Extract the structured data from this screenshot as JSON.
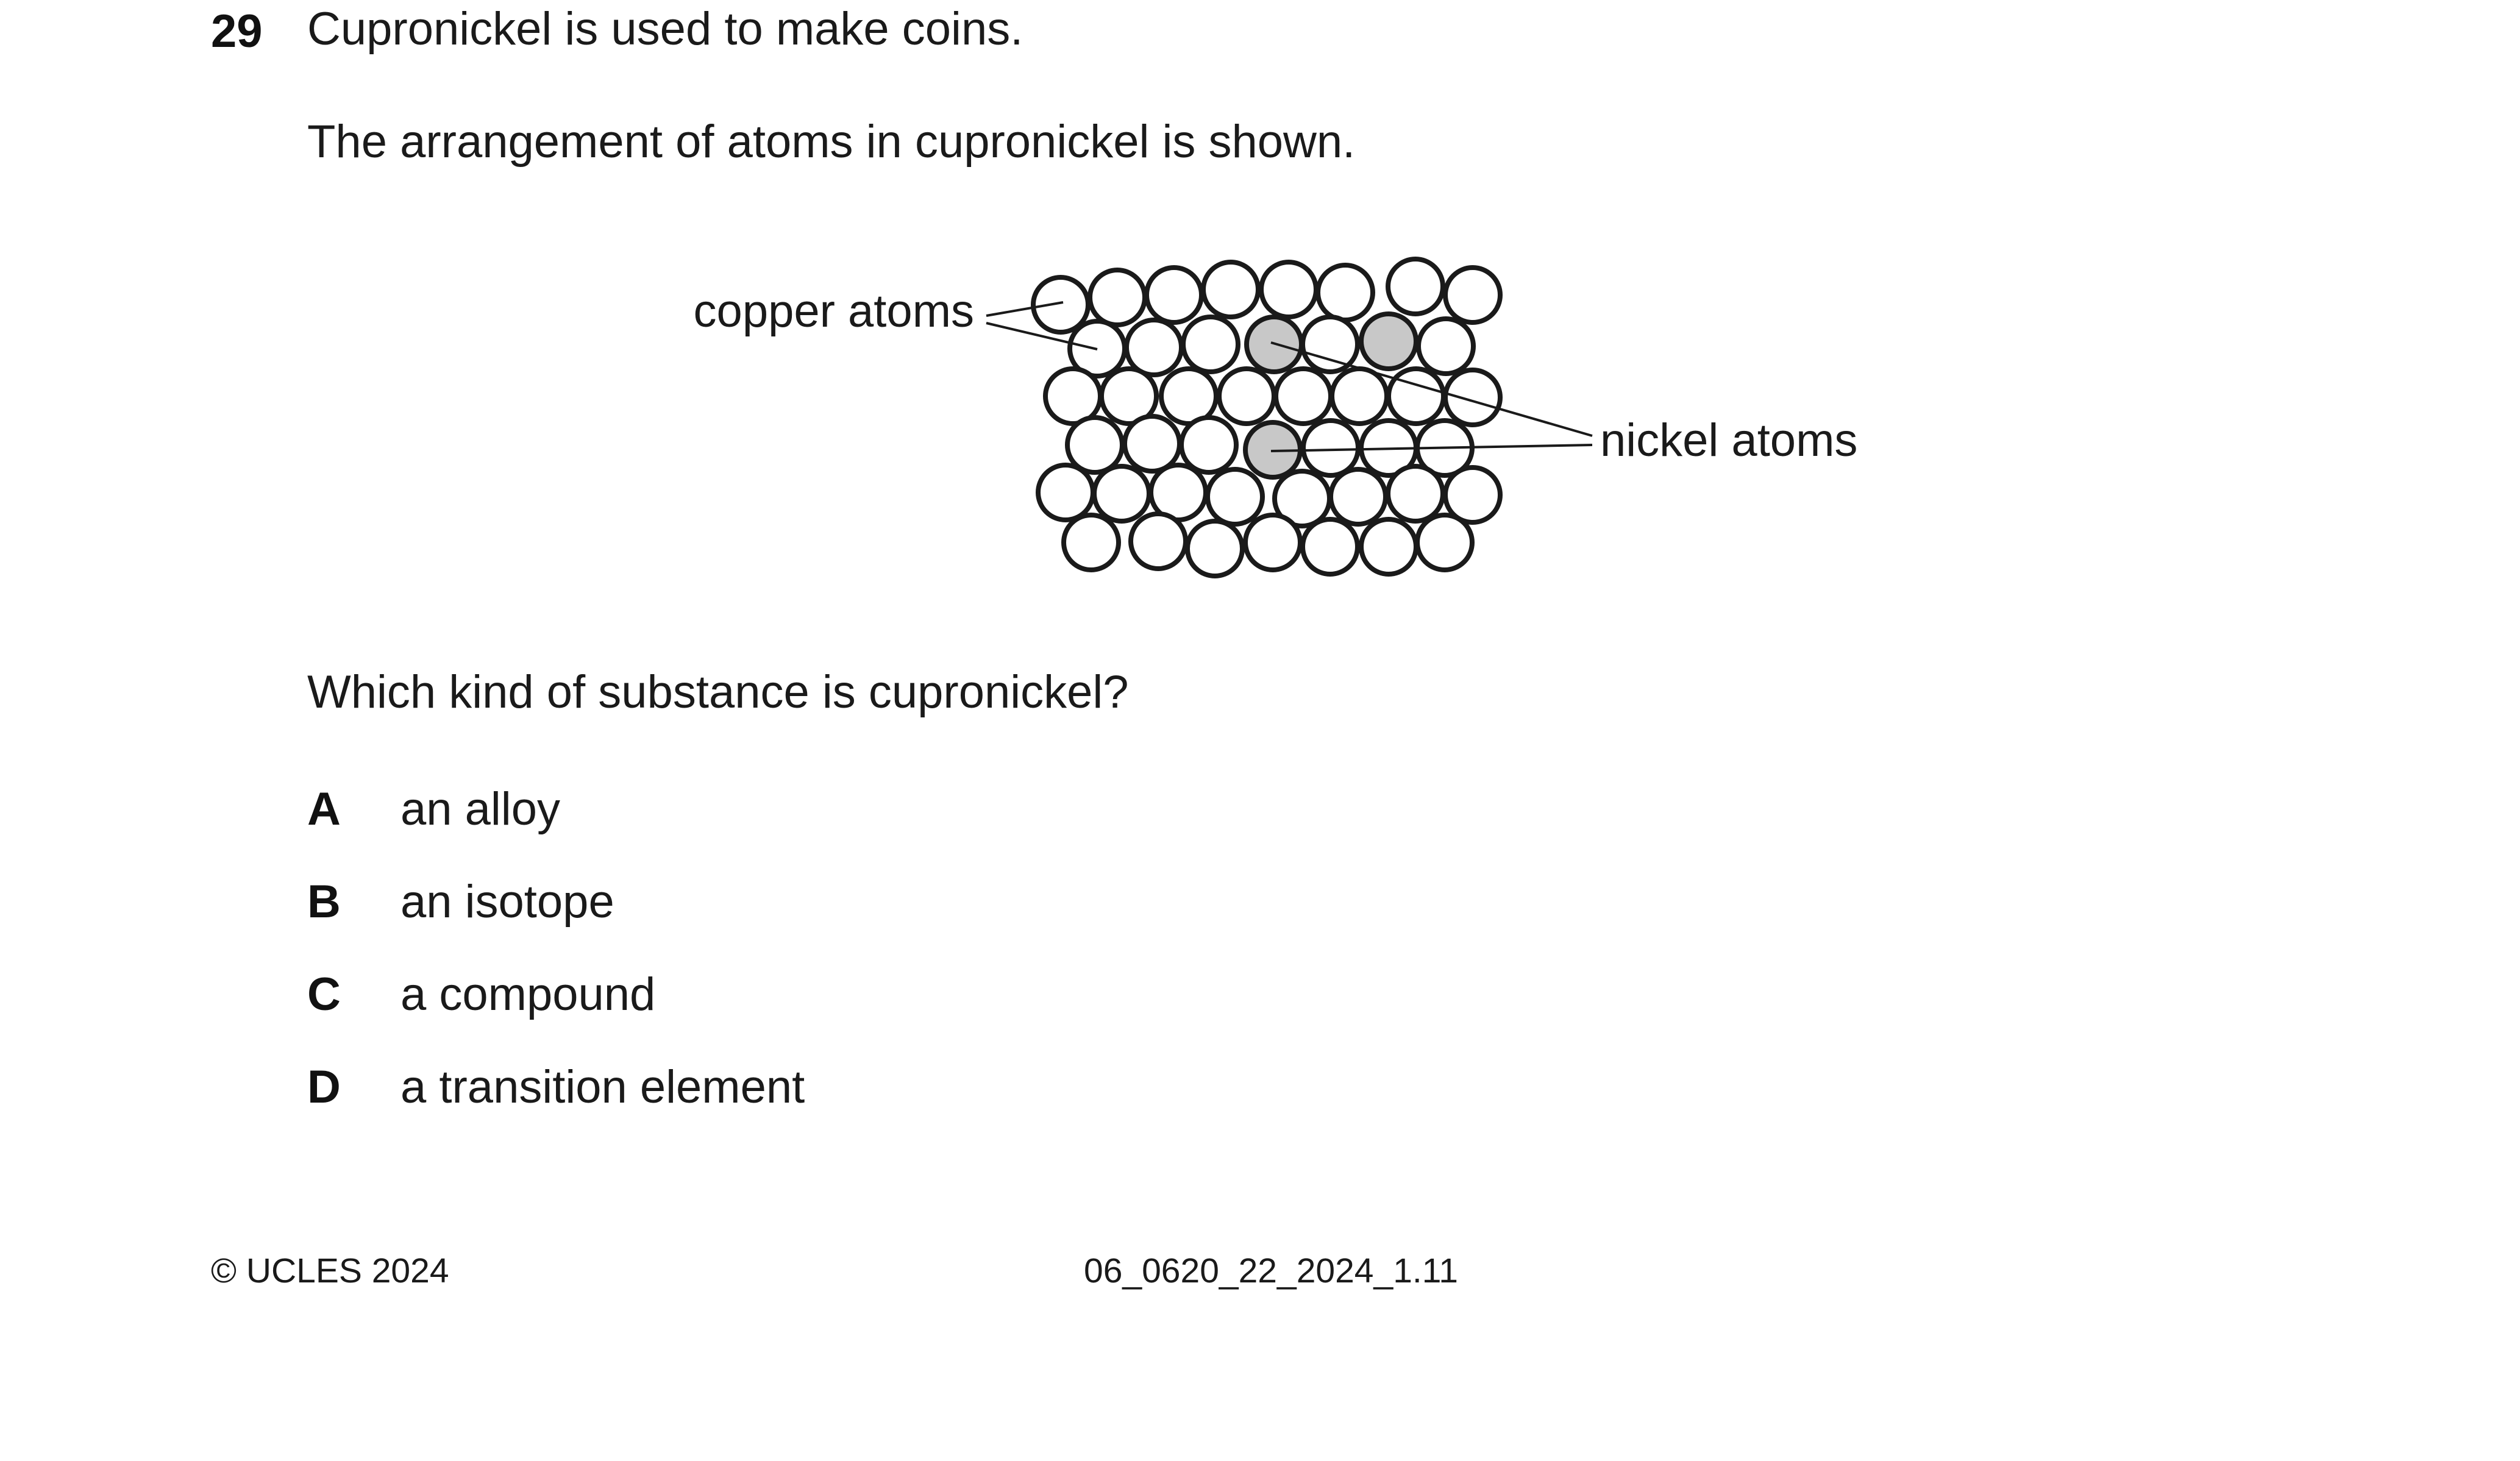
{
  "question": {
    "number": "29",
    "stem_line1": "Cupronickel is used to make coins.",
    "stem_line2": "The arrangement of atoms in cupronickel is shown.",
    "prompt": "Which kind of substance is cupronickel?"
  },
  "diagram": {
    "label_copper": "copper atoms",
    "label_nickel": "nickel atoms",
    "colors": {
      "copper_fill": "#ffffff",
      "nickel_fill": "#c8c8c8",
      "stroke": "#1a1a1a"
    }
  },
  "options": [
    {
      "letter": "A",
      "text": "an alloy"
    },
    {
      "letter": "B",
      "text": "an isotope"
    },
    {
      "letter": "C",
      "text": "a compound"
    },
    {
      "letter": "D",
      "text": "a transition element"
    }
  ],
  "footer": {
    "copyright": "© UCLES 2024",
    "code": "06_0620_22_2024_1.11"
  }
}
